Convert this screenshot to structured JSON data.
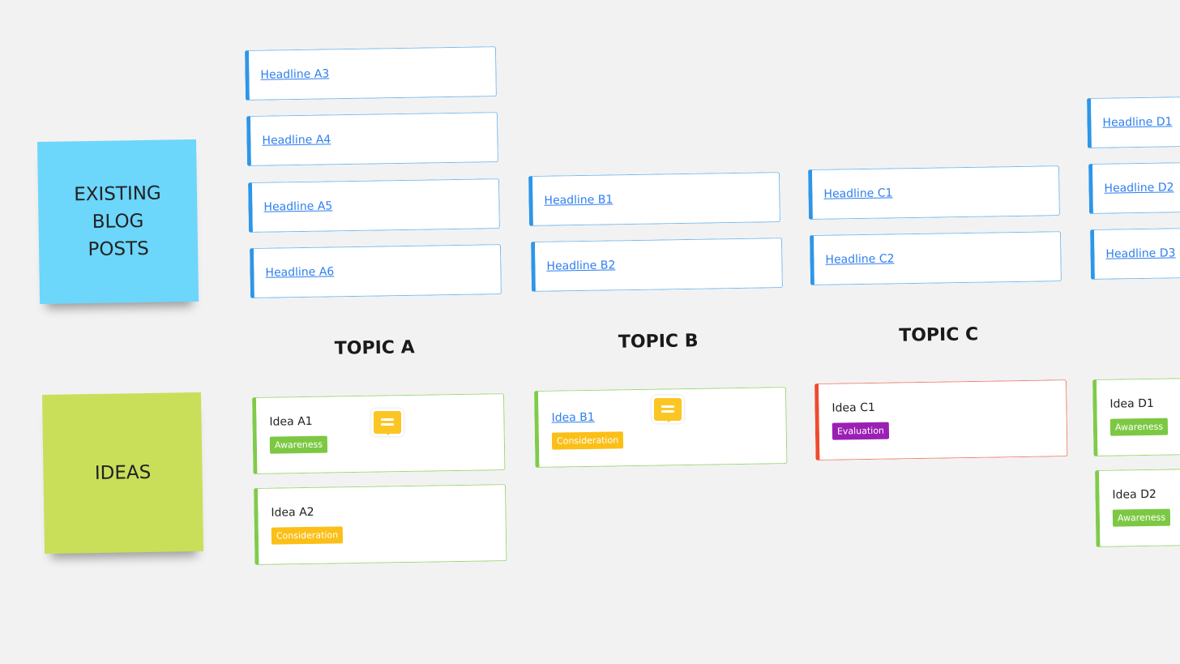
{
  "stickies": {
    "existing": "EXISTING BLOG POSTS",
    "ideas": "IDEAS"
  },
  "topics": [
    "TOPIC A",
    "TOPIC B",
    "TOPIC C"
  ],
  "headlines": {
    "a": [
      "Headline A3",
      "Headline A4",
      "Headline A5",
      "Headline A6"
    ],
    "b": [
      "Headline B1",
      "Headline B2"
    ],
    "c": [
      "Headline C1",
      "Headline C2"
    ],
    "d": [
      "Headline D1",
      "Headline D2",
      "Headline D3"
    ]
  },
  "ideas": [
    {
      "title": "Idea A1",
      "tag": "Awareness",
      "tag_color": "#7cc843",
      "comment": true
    },
    {
      "title": "Idea A2",
      "tag": "Consideration",
      "tag_color": "#fbbf17"
    },
    {
      "title": "Idea B1",
      "tag": "Consideration",
      "tag_color": "#fbbf17",
      "comment": true,
      "link": true
    },
    {
      "title": "Idea C1",
      "tag": "Evaluation",
      "tag_color": "#9b1fb5",
      "border": "#ef4a2f"
    },
    {
      "title": "Idea D1",
      "tag": "Awareness",
      "tag_color": "#7cc843"
    },
    {
      "title": "Idea D2",
      "tag": "Awareness",
      "tag_color": "#7cc843"
    }
  ],
  "colors": {
    "background": "#f2f2f2",
    "sticky_blue": "#6dd6fb",
    "sticky_green": "#c9df5a",
    "headline_accent": "#2d96e8"
  }
}
